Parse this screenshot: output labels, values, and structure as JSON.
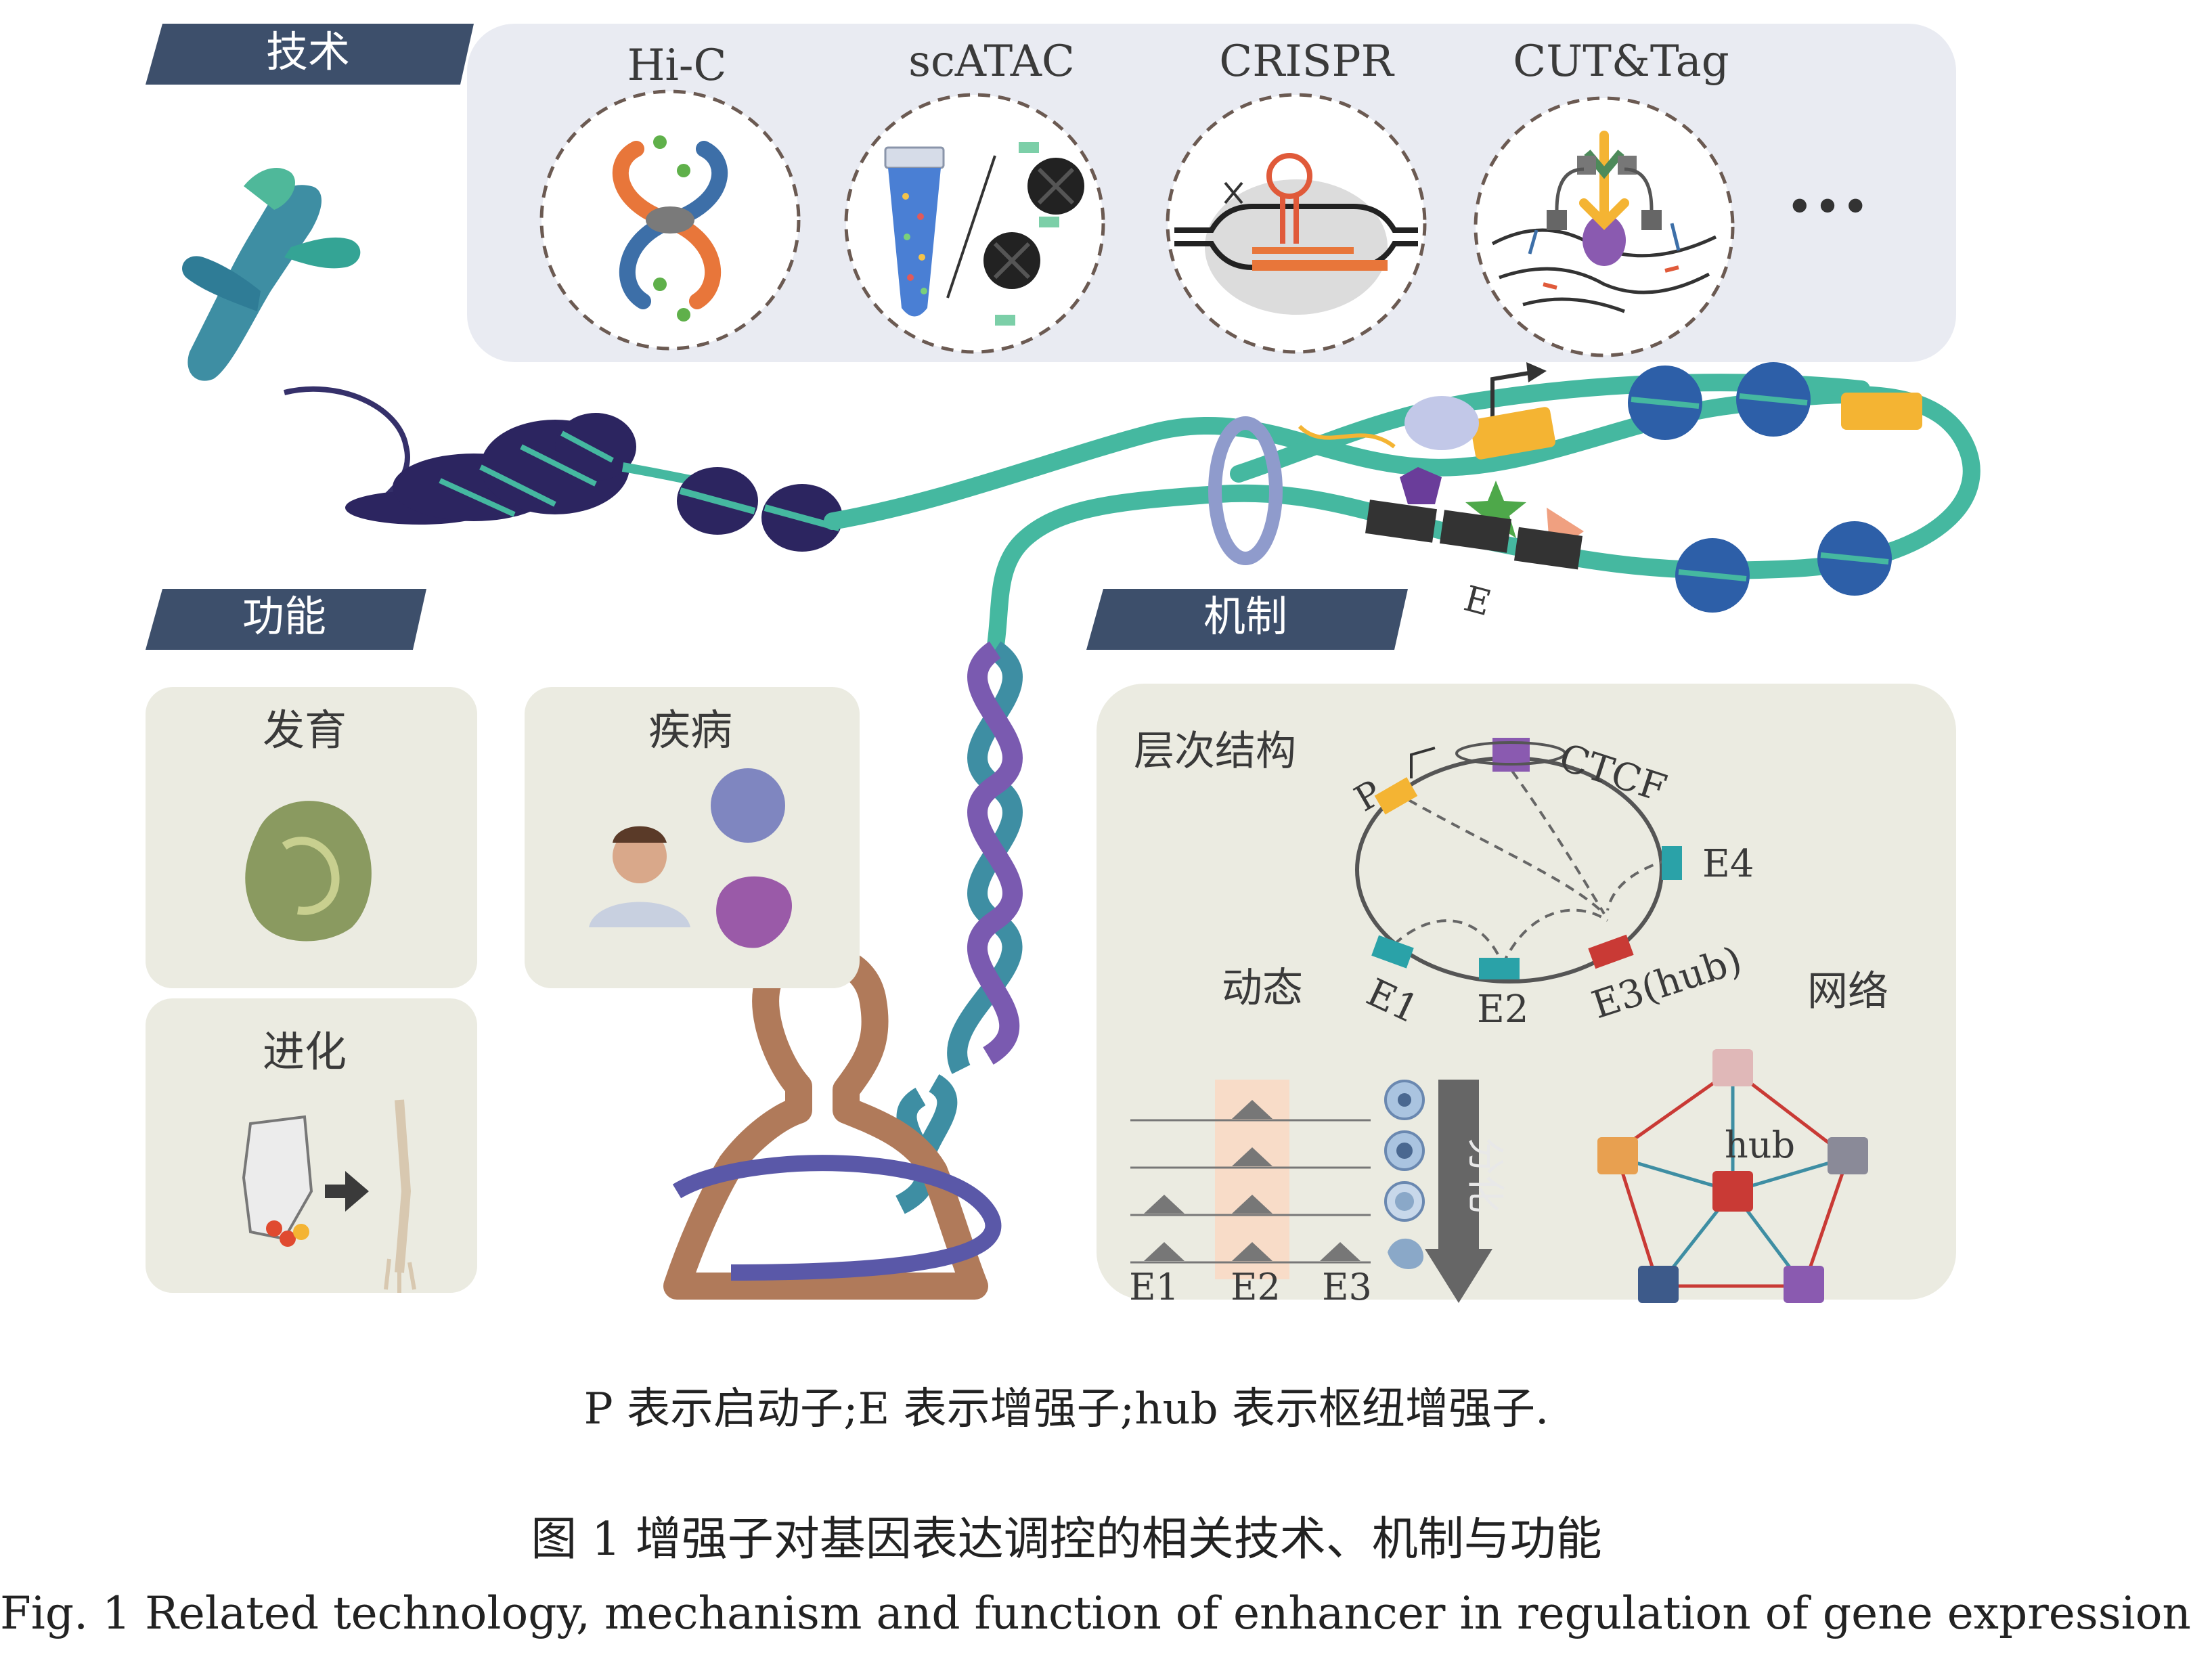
{
  "colors": {
    "banner": "#3d4f6b",
    "panel": "#ebebe1",
    "tech_panel": "#e9ebf2",
    "chromatin": "#45b8a0",
    "enhancer_dark": "#333333",
    "promoter": "#f4b433",
    "hub_red": "#c93a35",
    "ring": "#8f9bcc"
  },
  "sections": {
    "technology": "技术",
    "function": "功能",
    "mechanism": "机制"
  },
  "technologies": [
    {
      "label": "Hi-C",
      "icon": "hic-chromatin-loop-icon"
    },
    {
      "label": "scATAC",
      "icon": "tube-and-nucleosome-icon"
    },
    {
      "label": "CRISPR",
      "icon": "crispr-guide-rna-icon"
    },
    {
      "label": "CUT&Tag",
      "icon": "antibody-cut-tag-icon"
    }
  ],
  "more_marker": "•••",
  "chromatin_label": "E",
  "functions": {
    "development": "发育",
    "disease": "疾病",
    "evolution": "进化"
  },
  "mechanism": {
    "hierarchy_title": "层次结构",
    "dynamics_title": "动态",
    "network_title": "网络",
    "loop_labels": {
      "promoter": "P",
      "ctcf": "CTCF",
      "e1": "E1",
      "e2": "E2",
      "e3": "E3(hub)",
      "e4": "E4"
    },
    "dynamics_labels": [
      "E1",
      "E2",
      "E3"
    ],
    "differentiation_label": "分化",
    "network_hub_label": "hub"
  },
  "captions": {
    "note": "P 表示启动子;E 表示增强子;hub 表示枢纽增强子.",
    "title_cn": "图 1    增强子对基因表达调控的相关技术、机制与功能",
    "title_en": "Fig. 1   Related technology, mechanism and function of enhancer in regulation of gene expression"
  }
}
